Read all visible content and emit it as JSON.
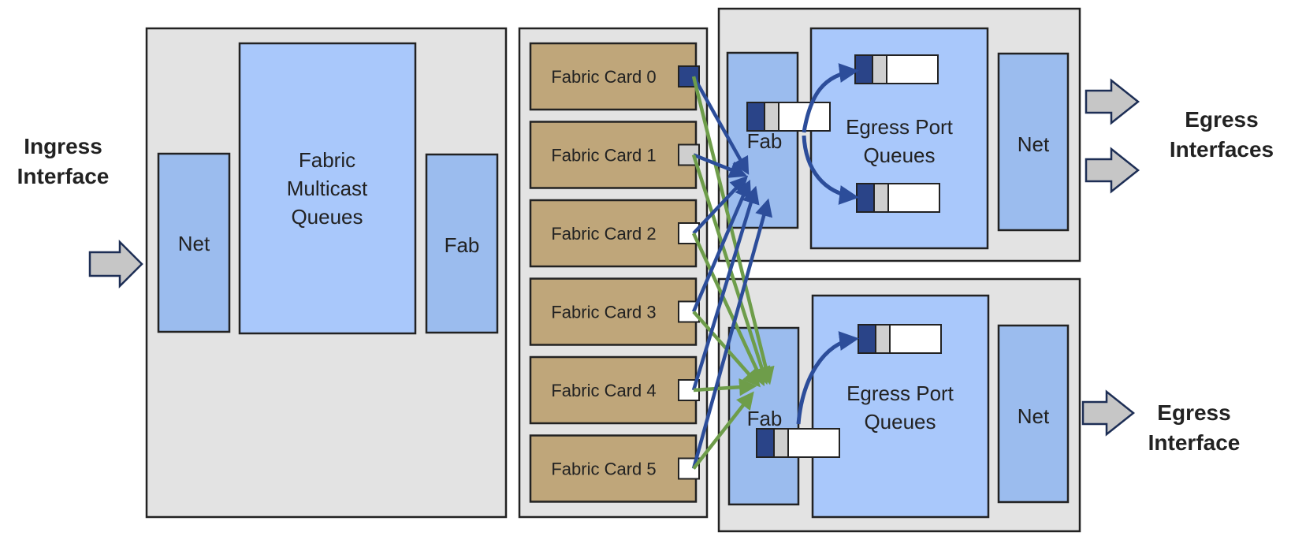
{
  "labels": {
    "ingress_interface": [
      "Ingress",
      "Interface"
    ],
    "egress_interfaces": [
      "Egress",
      "Interfaces"
    ],
    "egress_interface": [
      "Egress",
      "Interface"
    ],
    "ingress_net": "Net",
    "ingress_fab": "Fab",
    "fabric_multicast_queues": [
      "Fabric",
      "Multicast",
      "Queues"
    ],
    "top_fab": "Fab",
    "top_egress_port_queues": [
      "Egress Port",
      "Queues"
    ],
    "top_net": "Net",
    "bottom_fab": "Fab",
    "bottom_egress_port_queues": [
      "Egress Port",
      "Queues"
    ],
    "bottom_net": "Net"
  },
  "fabric_cards": [
    {
      "label": "Fabric Card 0",
      "port_state": "active"
    },
    {
      "label": "Fabric Card 1",
      "port_state": "gray"
    },
    {
      "label": "Fabric Card 2",
      "port_state": "empty"
    },
    {
      "label": "Fabric Card 3",
      "port_state": "empty"
    },
    {
      "label": "Fabric Card 4",
      "port_state": "empty"
    },
    {
      "label": "Fabric Card 5",
      "port_state": "empty"
    }
  ],
  "colors": {
    "blue_path": "#2c4d9a",
    "green_path": "#6e9d4a",
    "queue_dark": "#2a4488",
    "queue_gray": "#cfcfcf"
  }
}
